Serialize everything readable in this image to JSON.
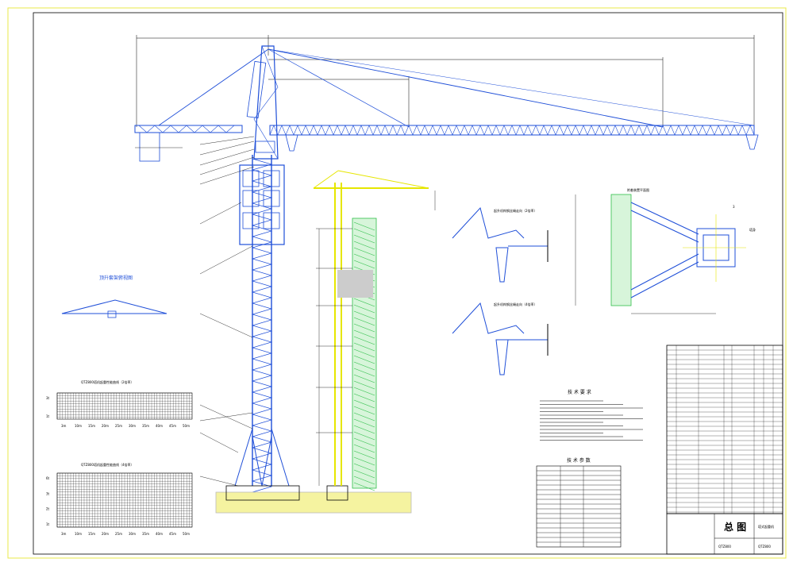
{
  "drawing": {
    "crane_model_small": "QTZ800",
    "title_block_name": "总 图",
    "title_block_subtitle": "塔式起重机",
    "title_block_code": "QTZ800"
  },
  "views": {
    "climbing_frame_title": "顶升套架俯视图",
    "attach_frame_title": "附着装置平面图",
    "attach_detail_1": "起升机构钢丝绳走向（2倍率）",
    "attach_detail_2": "起升机构钢丝绳走向（4倍率）",
    "attach_label_a": "3",
    "attach_label_b": "塔身"
  },
  "load_charts": [
    {
      "title": "QTZ800塔机起重性能曲线（2倍率）",
      "y_ticks": [
        "3t",
        "1t"
      ],
      "x_ticks": [
        "3m",
        "10m",
        "15m",
        "20m",
        "25m",
        "30m",
        "35m",
        "40m",
        "45m",
        "50m"
      ]
    },
    {
      "title": "QTZ800塔机起重性能曲线（4倍率）",
      "y_ticks": [
        "6t",
        "3t",
        "2t",
        "1t"
      ],
      "x_ticks": [
        "3m",
        "10m",
        "15m",
        "20m",
        "25m",
        "30m",
        "35m",
        "40m",
        "45m",
        "50m"
      ]
    }
  ],
  "notes": {
    "tech_title": "技 术 要 求",
    "param_title": "技 术 参 数"
  },
  "colors": {
    "blue": "#1f4fd8",
    "yellow": "#e6e600",
    "green": "#2fbf4a",
    "frame": "#e8e84a",
    "ink": "#000000"
  }
}
